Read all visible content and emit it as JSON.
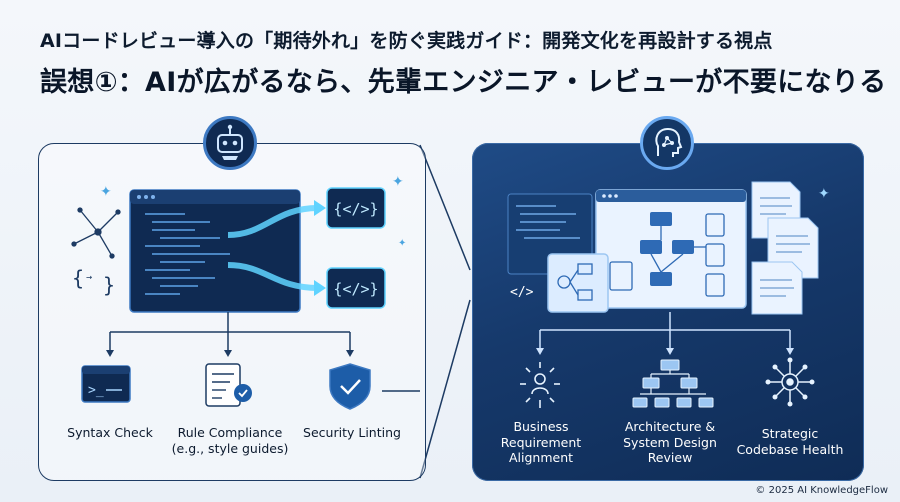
{
  "header": {
    "subtitle": "AIコードレビュー導入の「期待外れ」を防ぐ実践ガイド：開発文化を再設計する視点",
    "title": "誤想①：AIが広がるなら、先輩エンジニア・レビューが不要になりる"
  },
  "left_panel": {
    "badge_icon": "robot-icon",
    "checks": [
      {
        "label": "Syntax Check",
        "icon": "terminal-icon"
      },
      {
        "label": "Rule Compliance\n(e.g., style guides)",
        "icon": "checklist-icon"
      },
      {
        "label": "Security Linting",
        "icon": "shield-check-icon"
      }
    ]
  },
  "right_panel": {
    "badge_icon": "brain-head-icon",
    "focus_areas": [
      {
        "label": "Business\nRequirement\nAlignment",
        "icon": "people-network-icon"
      },
      {
        "label": "Architecture &\nSystem Design\nReview",
        "icon": "hierarchy-icon"
      },
      {
        "label": "Strategic\nCodebase Health",
        "icon": "hub-node-icon"
      }
    ]
  },
  "footer": {
    "copyright": "© 2025 AI KnowledgeFlow"
  },
  "colors": {
    "navy": "#0f2a52",
    "accent_blue": "#3d79c2",
    "cyan_glow": "#5fd3ff",
    "panel_blue": "#1f4b86"
  }
}
